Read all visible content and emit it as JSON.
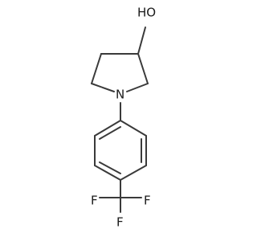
{
  "molecule": {
    "labels": {
      "hydroxyl": "HO",
      "nitrogen": "N",
      "fluorine_left": "F",
      "fluorine_right": "F",
      "fluorine_bottom": "F"
    }
  }
}
